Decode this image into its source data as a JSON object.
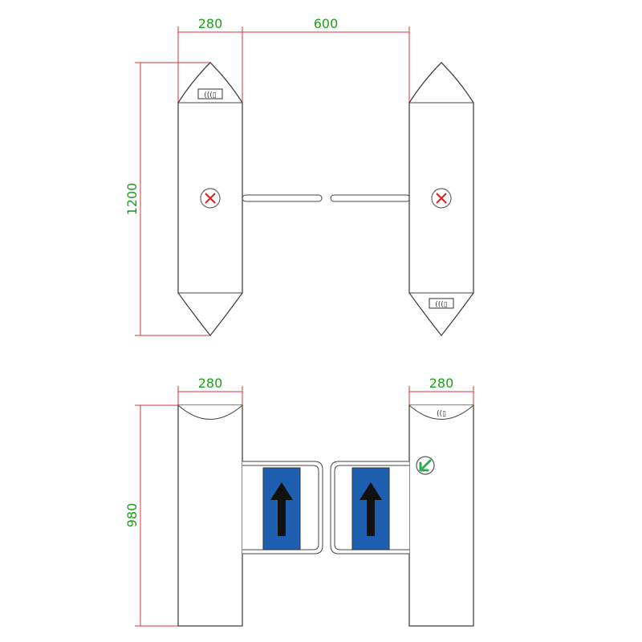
{
  "plan_view": {
    "dimensions": {
      "cabinet_width": "280",
      "passage_width": "600",
      "cabinet_length": "1200"
    },
    "status_icons": [
      "stop-x-icon",
      "stop-x-icon"
    ],
    "card_reader_icons": [
      "card-reader-icon",
      "card-reader-icon"
    ]
  },
  "elevation_view": {
    "dimensions": {
      "left_cabinet_width": "280",
      "right_cabinet_width": "280",
      "height": "980"
    },
    "direction_indicator_icon": "green-arrow-icon",
    "gate_arrow_icons": [
      "up-arrow-icon",
      "up-arrow-icon"
    ]
  },
  "colors": {
    "dimension_line": "#d9363e",
    "dimension_text": "#17a317",
    "outline": "#444444",
    "stop_icon": "#e02020",
    "gate_panel": "#1e5fb0",
    "arrow": "#111111",
    "indicator": "#2fa84f"
  }
}
